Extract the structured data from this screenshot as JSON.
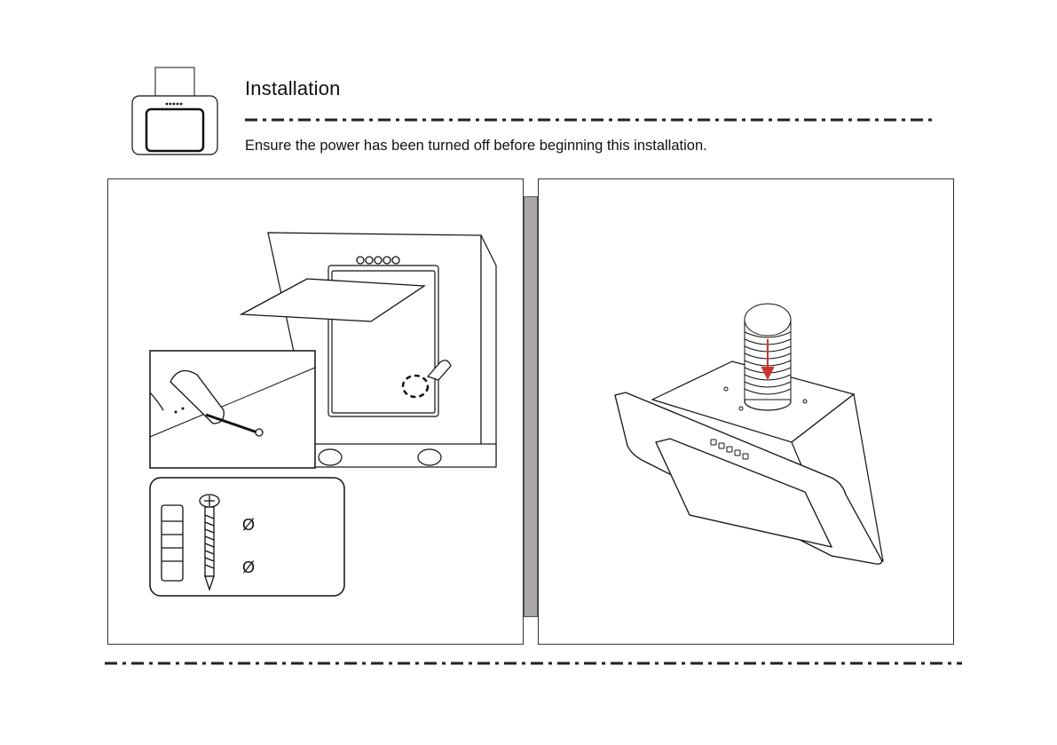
{
  "header": {
    "title": "Installation",
    "warning": "Ensure the power has been turned off before beginning this installation."
  },
  "hardware_legend": {
    "rows": [
      "Ø",
      "Ø"
    ]
  }
}
